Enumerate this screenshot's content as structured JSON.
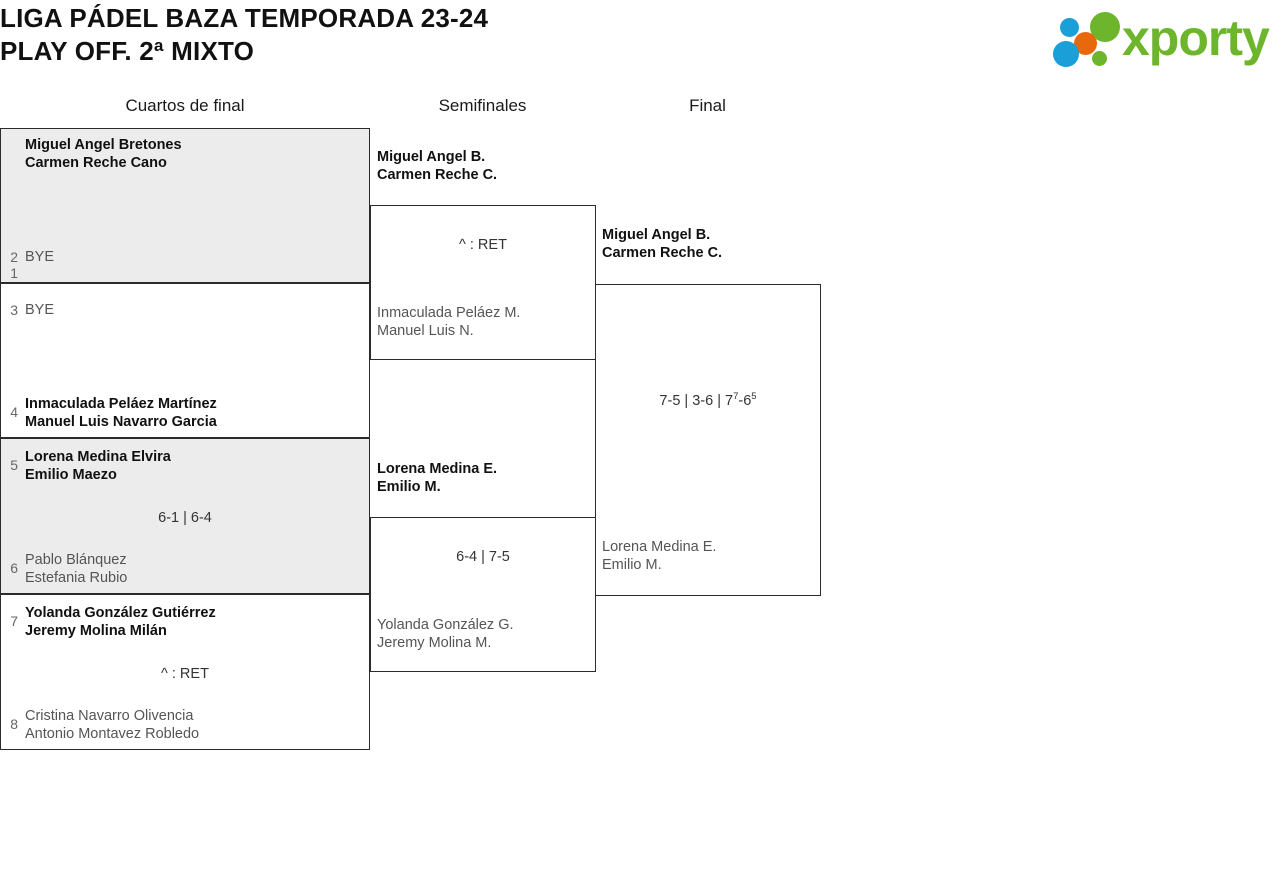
{
  "header": {
    "title_line1": "LIGA PÁDEL BAZA TEMPORADA 23-24",
    "title_line2": "PLAY OFF. 2ª MIXTO",
    "logo_word": "xporty"
  },
  "rounds": [
    {
      "label": "Cuartos de final"
    },
    {
      "label": "Semifinales"
    },
    {
      "label": "Final"
    }
  ],
  "bracket": {
    "quarterfinals": [
      {
        "score": "",
        "top": {
          "seed": "1",
          "line1": "Miguel Angel Bretones",
          "line2": "Carmen Reche Cano",
          "winner": true
        },
        "bottom": {
          "seed": "2",
          "line1": "BYE",
          "line2": "",
          "winner": false
        }
      },
      {
        "score": "",
        "top": {
          "seed": "3",
          "line1": "BYE",
          "line2": "",
          "winner": false
        },
        "bottom": {
          "seed": "4",
          "line1": "Inmaculada Peláez Martínez",
          "line2": "Manuel Luis Navarro Garcia",
          "winner": true
        }
      },
      {
        "score": "6-1 | 6-4",
        "top": {
          "seed": "5",
          "line1": "Lorena Medina Elvira",
          "line2": "Emilio Maezo",
          "winner": true
        },
        "bottom": {
          "seed": "6",
          "line1": "Pablo Blánquez",
          "line2": "Estefania Rubio",
          "winner": false
        }
      },
      {
        "score": "^ : RET",
        "top": {
          "seed": "7",
          "line1": "Yolanda González Gutiérrez",
          "line2": "Jeremy Molina Milán",
          "winner": true
        },
        "bottom": {
          "seed": "8",
          "line1": "Cristina Navarro Olivencia",
          "line2": "Antonio Montavez Robledo",
          "winner": false
        }
      }
    ],
    "semifinals": [
      {
        "score": "^ : RET",
        "top": {
          "line1": "Miguel Angel B.",
          "line2": "Carmen Reche C.",
          "winner": true
        },
        "bottom": {
          "line1": "Inmaculada Peláez M.",
          "line2": "Manuel Luis N.",
          "winner": false
        }
      },
      {
        "score": "6-4 | 7-5",
        "top": {
          "line1": "Lorena Medina E.",
          "line2": "Emilio M.",
          "winner": true
        },
        "bottom": {
          "line1": "Yolanda González G.",
          "line2": "Jeremy Molina M.",
          "winner": false
        }
      }
    ],
    "final": [
      {
        "score_part1": "7-5 | 3-6 | 7",
        "score_sup1": "7",
        "score_part2": "-6",
        "score_sup2": "5",
        "top": {
          "line1": "Miguel Angel B.",
          "line2": "Carmen Reche C.",
          "winner": true
        },
        "bottom": {
          "line1": "Lorena Medina E.",
          "line2": "Emilio M.",
          "winner": false
        }
      }
    ]
  }
}
